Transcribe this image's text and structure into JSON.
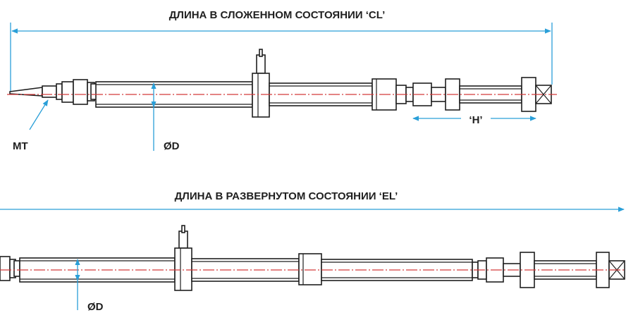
{
  "top": {
    "title": "ДЛИНА В СЛОЖЕННОМ СОСТОЯНИИ ‘CL’",
    "mt_label": "MT",
    "diameter_label": "ØD",
    "h_label": "‘H’"
  },
  "bottom": {
    "title": "ДЛИНА В РАЗВЕРНУТОМ СОСТОЯНИИ ‘EL’",
    "diameter_label": "ØD"
  },
  "colors": {
    "dimension": "#2a9fd8",
    "centerline": "#d33a3a",
    "outline": "#1f1f1f"
  }
}
